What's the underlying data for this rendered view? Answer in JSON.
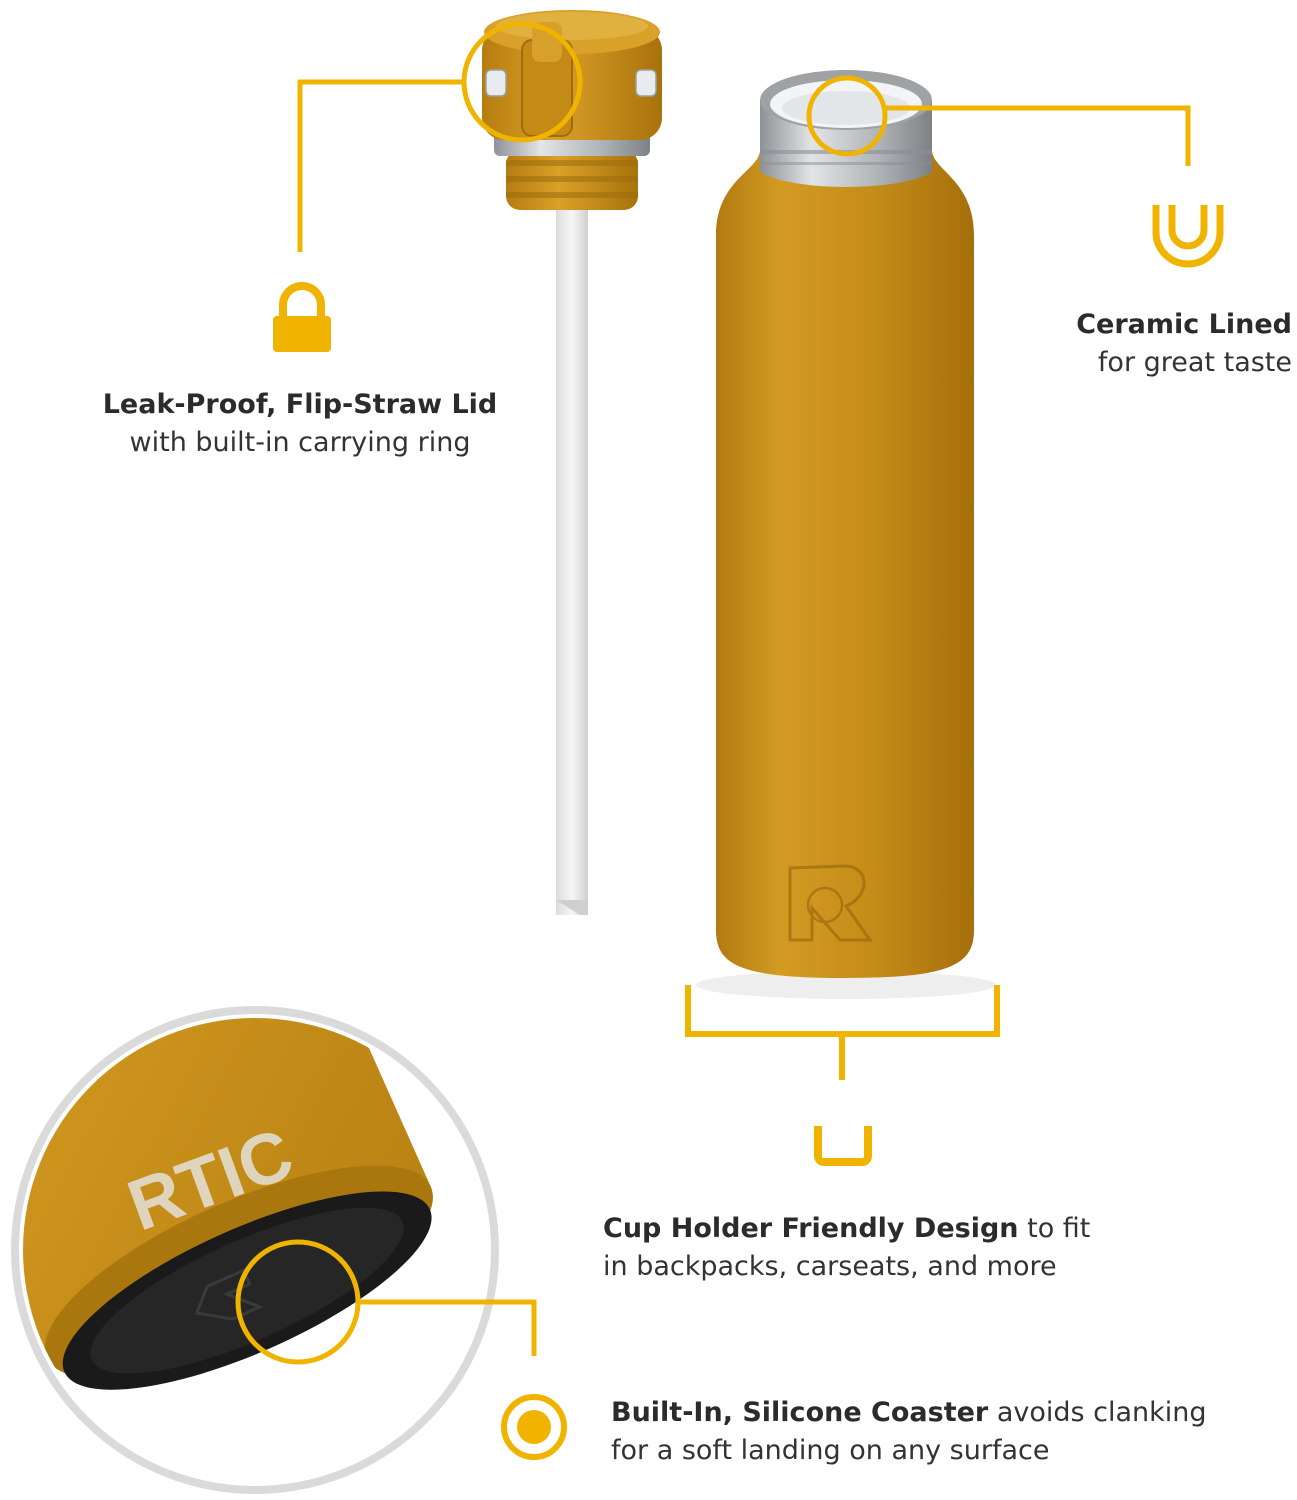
{
  "colors": {
    "accent": "#F0B400",
    "bottle": "#C8901A",
    "bottle_shade": "#A8740F",
    "steel": "#B9BDC0",
    "coaster": "#1a1a1a",
    "ring_gray": "#D8D8D8"
  },
  "features": {
    "lid": {
      "title": "Leak-Proof, Flip-Straw Lid",
      "subtitle": "with built-in carrying ring",
      "icon": "padlock-ring-icon"
    },
    "lining": {
      "title": "Ceramic Lined",
      "subtitle": "for great taste",
      "icon": "u-cup-icon"
    },
    "cupholder": {
      "title": "Cup Holder Friendly Design",
      "title_suffix": " to fit",
      "subtitle": "in backpacks, carseats, and more",
      "icon": "u-bracket-icon"
    },
    "coaster": {
      "title": "Built-In, Silicone Coaster",
      "title_suffix": " avoids clanking",
      "subtitle": "for a soft landing on any surface",
      "icon": "circle-target-icon"
    }
  },
  "brand": {
    "logo_text": "RTIC"
  }
}
